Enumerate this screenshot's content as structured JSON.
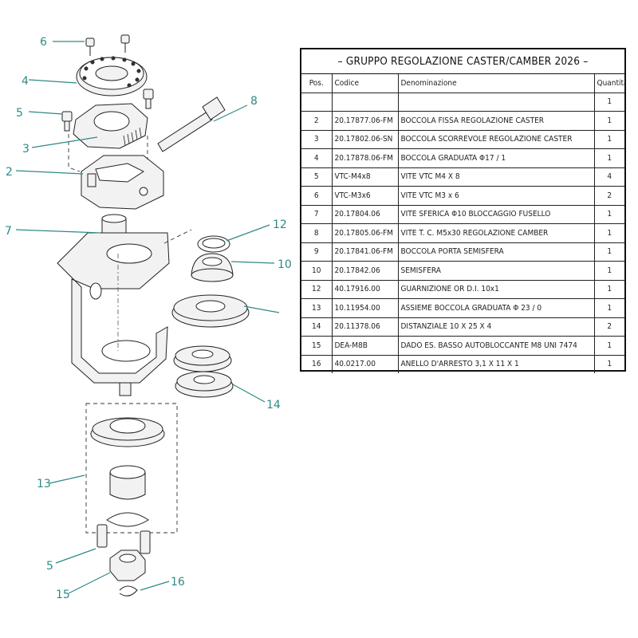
{
  "table": {
    "title": "–  GRUPPO REGOLAZIONE CASTER/CAMBER 2026  –",
    "headers": {
      "pos": "Pos.",
      "codice": "Codice",
      "denominazione": "Denominazione",
      "quantita": "Quantità"
    },
    "rows": [
      {
        "pos": "",
        "codice": "",
        "denominazione": "",
        "quantita": "1"
      },
      {
        "pos": "2",
        "codice": "20.17877.06-FM",
        "denominazione": "BOCCOLA FISSA REGOLAZIONE CASTER",
        "quantita": "1"
      },
      {
        "pos": "3",
        "codice": "20.17802.06-SN",
        "denominazione": "BOCCOLA SCORREVOLE REGOLAZIONE CASTER",
        "quantita": "1"
      },
      {
        "pos": "4",
        "codice": "20.17878.06-FM",
        "denominazione": "BOCCOLA GRADUATA Φ17 / 1",
        "quantita": "1"
      },
      {
        "pos": "5",
        "codice": "VTC-M4x8",
        "denominazione": "VITE VTC M4 X 8",
        "quantita": "4"
      },
      {
        "pos": "6",
        "codice": "VTC-M3x6",
        "denominazione": "VITE VTC M3 x 6",
        "quantita": "2"
      },
      {
        "pos": "7",
        "codice": "20.17804.06",
        "denominazione": "VITE SFERICA Φ10 BLOCCAGGIO FUSELLO",
        "quantita": "1"
      },
      {
        "pos": "8",
        "codice": "20.17805.06-FM",
        "denominazione": "VITE T. C. M5x30 REGOLAZIONE CAMBER",
        "quantita": "1"
      },
      {
        "pos": "9",
        "codice": "20.17841.06-FM",
        "denominazione": "BOCCOLA PORTA SEMISFERA",
        "quantita": "1"
      },
      {
        "pos": "10",
        "codice": "20.17842.06",
        "denominazione": "SEMISFERA",
        "quantita": "1"
      },
      {
        "pos": "12",
        "codice": "40.17916.00",
        "denominazione": "GUARNIZIONE OR D.I. 10x1",
        "quantita": "1"
      },
      {
        "pos": "13",
        "codice": "10.11954.00",
        "denominazione": "ASSIEME BOCCOLA GRADUATA Φ 23 / 0",
        "quantita": "1"
      },
      {
        "pos": "14",
        "codice": "20.11378.06",
        "denominazione": "DISTANZIALE 10 X 25 X 4",
        "quantita": "2"
      },
      {
        "pos": "15",
        "codice": "DEA-M8B",
        "denominazione": "DADO ES. BASSO AUTOBLOCCANTE M8 UNI 7474",
        "quantita": "1"
      },
      {
        "pos": "16",
        "codice": "40.0217.00",
        "denominazione": "ANELLO D'ARRESTO 3,1 X 11 X 1",
        "quantita": "1"
      }
    ]
  },
  "callouts": {
    "c6": "6",
    "c4": "4",
    "c5a": "5",
    "c3": "3",
    "c2": "2",
    "c8": "8",
    "c7": "7",
    "c12": "12",
    "c10": "10",
    "c14": "14",
    "c13": "13",
    "c5b": "5",
    "c15": "15",
    "c16": "16"
  },
  "colors": {
    "callout": "#2e8a86",
    "line": "#222222",
    "part_fill": "#f2f2f2"
  }
}
